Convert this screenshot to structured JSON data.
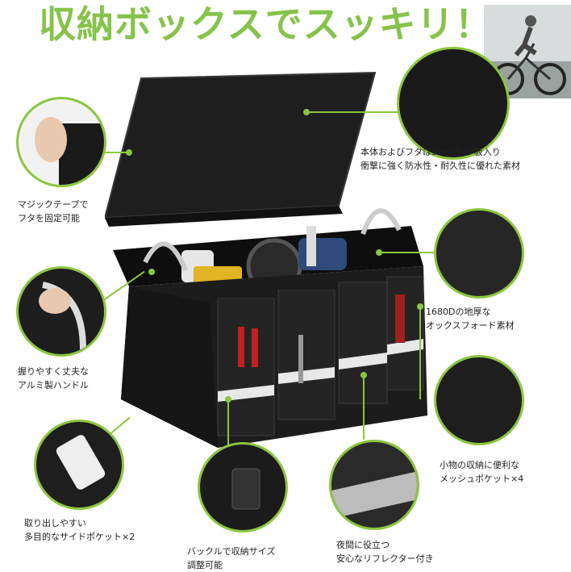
{
  "headline": "収納ボックスでスッキリ！",
  "features": {
    "board": "本体およびフタは5mm厚PP板入り\n衝撃に強く防水性・耐久性に優れた素材",
    "velcro": "マジックテープで\nフタを固定可能",
    "fabric": "1680Dの地厚な\nオックスフォード素材",
    "handle": "握りやすく丈夫な\nアルミ製ハンドル",
    "mesh": "小物の収納に便利な\nメッシュポケット×4",
    "side_pocket": "取り出しやすい\n多目的なサイドポケット×2",
    "buckle": "バックルで収納サイズ\n調整可能",
    "reflector": "夜間に役立つ\n安心なリフレクター付き"
  },
  "colors": {
    "accent": "#8cc63f",
    "title": "#86c34a",
    "box": "#1c1c1c"
  }
}
